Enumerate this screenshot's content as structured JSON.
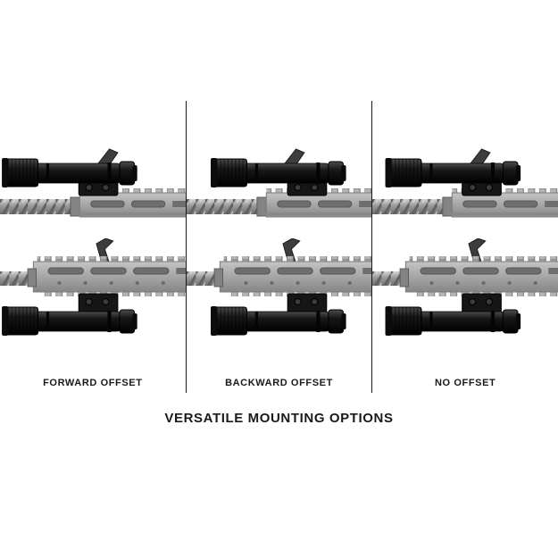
{
  "title": "VERSATILE MOUNTING OPTIONS",
  "columns": [
    {
      "id": "forward-offset",
      "label": "FORWARD OFFSET"
    },
    {
      "id": "backward-offset",
      "label": "BACKWARD OFFSET"
    },
    {
      "id": "no-offset",
      "label": "NO OFFSET"
    }
  ],
  "icons": {
    "flashlight": "flashlight-with-offset-mount-icon",
    "handguard": "mlok-handguard-rail-icon",
    "barrel": "spiral-fluted-barrel-icon",
    "sight": "folding-front-sight-icon"
  },
  "colors": {
    "background": "#ffffff",
    "text": "#1a1a1a",
    "divider": "#1a1a1a",
    "metal_gray": "#9a9a9a",
    "flashlight_black": "#161616"
  }
}
